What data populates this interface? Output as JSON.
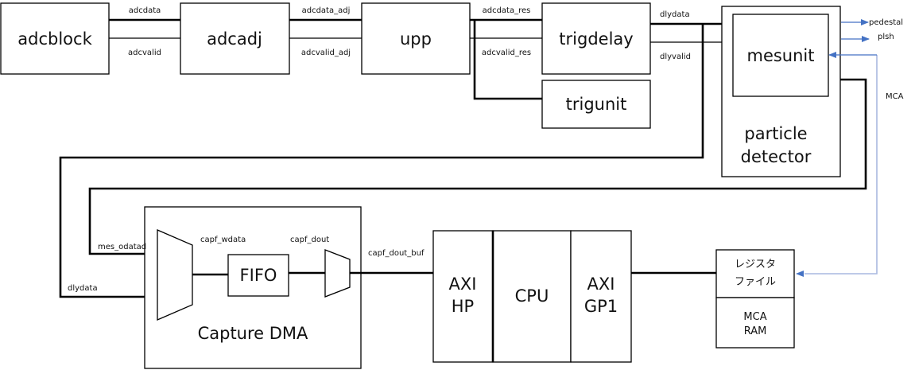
{
  "blocks": {
    "adcblock": "adcblock",
    "adcadj": "adcadj",
    "upp": "upp",
    "trigdelay": "trigdelay",
    "trigunit": "trigunit",
    "mesunit": "mesunit",
    "particle_detector_line1": "particle",
    "particle_detector_line2": "detector",
    "fifo": "FIFO",
    "capture_dma": "Capture DMA",
    "axi_hp_line1": "AXI",
    "axi_hp_line2": "HP",
    "cpu": "CPU",
    "axi_gp1_line1": "AXI",
    "axi_gp1_line2": "GP1",
    "register_file_line1": "レジスタ",
    "register_file_line2": "ファイル",
    "mca_ram_line1": "MCA",
    "mca_ram_line2": "RAM"
  },
  "signals": {
    "adcdata": "adcdata",
    "adcvalid": "adcvalid",
    "adcdata_adj": "adcdata_adj",
    "adcvalid_adj": "adcvalid_adj",
    "adcdata_res": "adcdata_res",
    "adcvalid_res": "adcvalid_res",
    "dlydata": "dlydata",
    "dlyvalid": "dlyvalid",
    "pedestal": "pedestal",
    "plsh": "plsh",
    "mca": "MCA",
    "mes_odatad": "mes_odatad",
    "dlydata_dma": "dlydata",
    "capf_wdata": "capf_wdata",
    "capf_dout": "capf_dout",
    "capf_dout_buf": "capf_dout_buf"
  },
  "colors": {
    "wire": "#000000",
    "control_arrow": "#4472c4",
    "mca_line": "#a9b8e0"
  }
}
